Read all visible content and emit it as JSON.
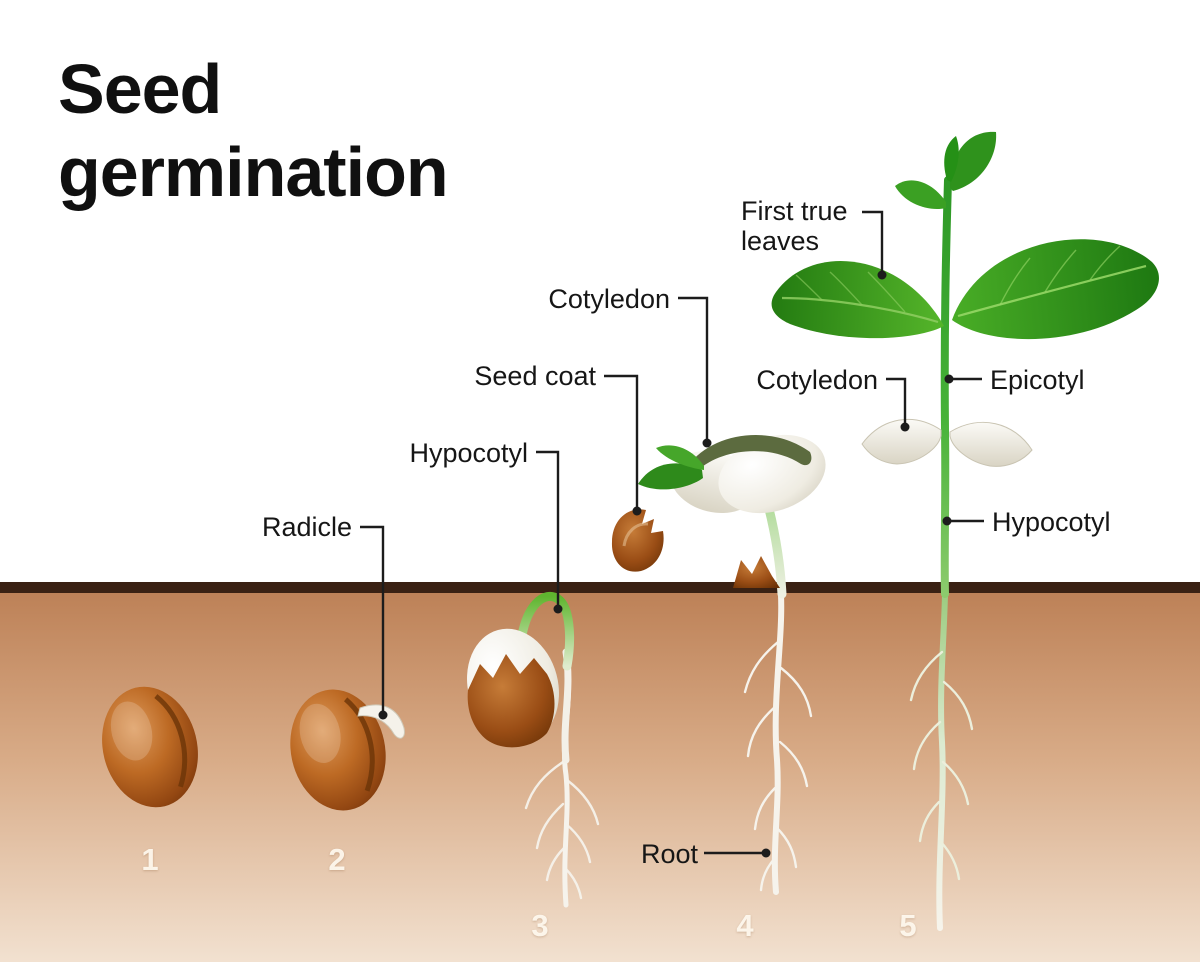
{
  "title": "Seed germination",
  "annotations": {
    "radicle": "Radicle",
    "hypocotyl_stage3": "Hypocotyl",
    "seed_coat": "Seed coat",
    "cotyledon_stage4": "Cotyledon",
    "first_true_leaves": "First true leaves",
    "cotyledon_stage5": "Cotyledon",
    "epicotyl": "Epicotyl",
    "hypocotyl_stage5": "Hypocotyl",
    "root": "Root"
  },
  "stages": [
    "1",
    "2",
    "3",
    "4",
    "5"
  ],
  "colors": {
    "background": "#ffffff",
    "soil_top": "#bd8157",
    "soil_bottom": "#f2e1d0",
    "soil_line": "#3a2113",
    "seed_brown": "#a85a1d",
    "leaf_green": "#2f921c",
    "stem_green": "#46b238",
    "root_white": "#f6f3ec",
    "label_text": "#161616",
    "stage_number": "#fdf6ea"
  }
}
